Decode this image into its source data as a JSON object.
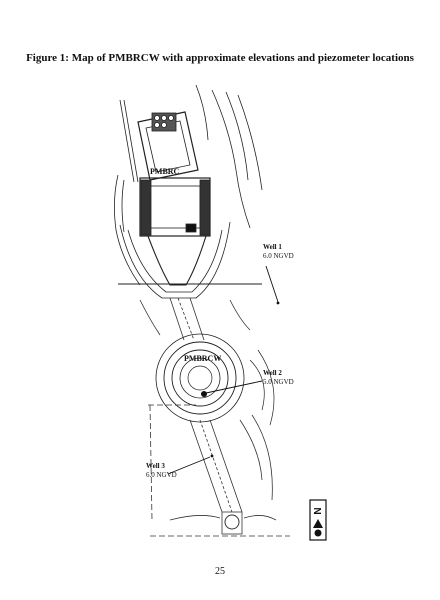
{
  "figure": {
    "title": "Figure 1:  Map of PMBRCW with approximate elevations and piezometer locations"
  },
  "map": {
    "facility_label": "PMBRC",
    "wetland_label": "PMBRCW",
    "wells": [
      {
        "name": "Well 1",
        "elevation": "6.0 NGVD"
      },
      {
        "name": "Well 2",
        "elevation": "5.0 NGVD"
      },
      {
        "name": "Well 3",
        "elevation": "6.0 NGVD"
      }
    ],
    "north_arrow": {
      "letter": "N"
    }
  },
  "page": {
    "number": "25"
  }
}
